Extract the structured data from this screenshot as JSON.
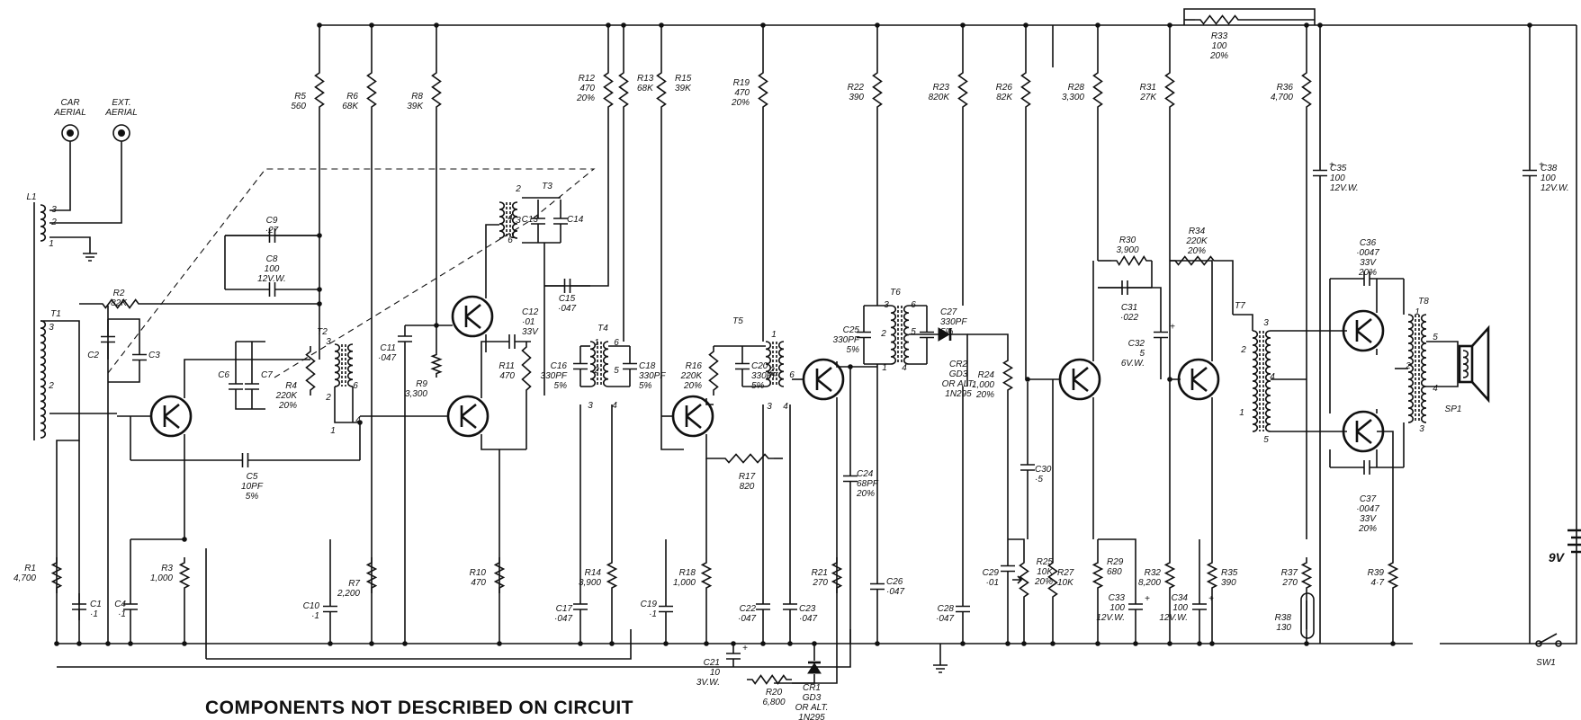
{
  "footer": {
    "caption": "COMPONENTS NOT DESCRIBED ON CIRCUIT"
  },
  "aerials": [
    {
      "lines": [
        "CAR",
        "AERIAL"
      ]
    },
    {
      "lines": [
        "EXT.",
        "AERIAL"
      ]
    }
  ],
  "battery": {
    "label": "9V"
  },
  "switch": {
    "label": "SW1"
  },
  "speaker": {
    "label": "SP1"
  },
  "components": [
    {
      "id": "R1",
      "lines": [
        "R1",
        "4,700"
      ]
    },
    {
      "id": "R2",
      "lines": [
        "R2",
        "82K"
      ]
    },
    {
      "id": "R3",
      "lines": [
        "R3",
        "1,000"
      ]
    },
    {
      "id": "R4",
      "lines": [
        "R4",
        "220K",
        "20%"
      ]
    },
    {
      "id": "R5",
      "lines": [
        "R5",
        "560"
      ]
    },
    {
      "id": "R6",
      "lines": [
        "R6",
        "68K"
      ]
    },
    {
      "id": "R7",
      "lines": [
        "R7",
        "2,200"
      ]
    },
    {
      "id": "R8",
      "lines": [
        "R8",
        "39K"
      ]
    },
    {
      "id": "R9",
      "lines": [
        "R9",
        "3,300"
      ]
    },
    {
      "id": "R10",
      "lines": [
        "R10",
        "470"
      ]
    },
    {
      "id": "R11",
      "lines": [
        "R11",
        "470"
      ]
    },
    {
      "id": "R12",
      "lines": [
        "R12",
        "470",
        "20%"
      ]
    },
    {
      "id": "R13",
      "lines": [
        "R13",
        "68K"
      ]
    },
    {
      "id": "R14",
      "lines": [
        "R14",
        "3,900"
      ]
    },
    {
      "id": "R15",
      "lines": [
        "R15",
        "39K"
      ]
    },
    {
      "id": "R16",
      "lines": [
        "R16",
        "220K",
        "20%"
      ]
    },
    {
      "id": "R17",
      "lines": [
        "R17",
        "820"
      ]
    },
    {
      "id": "R18",
      "lines": [
        "R18",
        "1,000"
      ]
    },
    {
      "id": "R19",
      "lines": [
        "R19",
        "470",
        "20%"
      ]
    },
    {
      "id": "R20",
      "lines": [
        "R20",
        "6,800"
      ]
    },
    {
      "id": "R21",
      "lines": [
        "R21",
        "270"
      ]
    },
    {
      "id": "R22",
      "lines": [
        "R22",
        "390"
      ]
    },
    {
      "id": "R23",
      "lines": [
        "R23",
        "820K"
      ]
    },
    {
      "id": "R24",
      "lines": [
        "R24",
        "1,000",
        "20%"
      ]
    },
    {
      "id": "R25",
      "lines": [
        "R25",
        "10K",
        "20%"
      ]
    },
    {
      "id": "R26",
      "lines": [
        "R26",
        "82K"
      ]
    },
    {
      "id": "R27",
      "lines": [
        "R27",
        "10K"
      ]
    },
    {
      "id": "R28",
      "lines": [
        "R28",
        "3,300"
      ]
    },
    {
      "id": "R29",
      "lines": [
        "R29",
        "680"
      ]
    },
    {
      "id": "R30",
      "lines": [
        "R30",
        "3,900"
      ]
    },
    {
      "id": "R31",
      "lines": [
        "R31",
        "27K"
      ]
    },
    {
      "id": "R32",
      "lines": [
        "R32",
        "8,200"
      ]
    },
    {
      "id": "R33",
      "lines": [
        "R33",
        "100",
        "20%"
      ]
    },
    {
      "id": "R34",
      "lines": [
        "R34",
        "220K",
        "20%"
      ]
    },
    {
      "id": "R35",
      "lines": [
        "R35",
        "390"
      ]
    },
    {
      "id": "R36",
      "lines": [
        "R36",
        "4,700"
      ]
    },
    {
      "id": "R37",
      "lines": [
        "R37",
        "270"
      ]
    },
    {
      "id": "R38",
      "lines": [
        "R38",
        "130"
      ]
    },
    {
      "id": "R39",
      "lines": [
        "R39",
        "4·7"
      ]
    },
    {
      "id": "C1",
      "lines": [
        "C1",
        "·1"
      ]
    },
    {
      "id": "C2",
      "lines": [
        "C2"
      ]
    },
    {
      "id": "C3",
      "lines": [
        "C3"
      ]
    },
    {
      "id": "C4",
      "lines": [
        "C4",
        "·1"
      ]
    },
    {
      "id": "C5",
      "lines": [
        "C5",
        "10PF",
        "5%"
      ]
    },
    {
      "id": "C6",
      "lines": [
        "C6"
      ]
    },
    {
      "id": "C7",
      "lines": [
        "C7"
      ]
    },
    {
      "id": "C8",
      "lines": [
        "C8",
        "100",
        "12V.W."
      ]
    },
    {
      "id": "C9",
      "lines": [
        "C9",
        "·27"
      ]
    },
    {
      "id": "C10",
      "lines": [
        "C10",
        "·1"
      ]
    },
    {
      "id": "C11",
      "lines": [
        "C11",
        "·047"
      ]
    },
    {
      "id": "C12",
      "lines": [
        "C12",
        "·01",
        "33V"
      ]
    },
    {
      "id": "C13",
      "lines": [
        "C13"
      ]
    },
    {
      "id": "C14",
      "lines": [
        "C14"
      ]
    },
    {
      "id": "C15",
      "lines": [
        "C15",
        "·047"
      ]
    },
    {
      "id": "C16",
      "lines": [
        "C16",
        "330PF",
        "5%"
      ]
    },
    {
      "id": "C17",
      "lines": [
        "C17",
        "·047"
      ]
    },
    {
      "id": "C18",
      "lines": [
        "C18",
        "330PF",
        "5%"
      ]
    },
    {
      "id": "C19",
      "lines": [
        "C19",
        "·1"
      ]
    },
    {
      "id": "C20",
      "lines": [
        "C20",
        "330PF",
        "5%"
      ]
    },
    {
      "id": "C21",
      "lines": [
        "C21",
        "10",
        "3V.W."
      ]
    },
    {
      "id": "C22",
      "lines": [
        "C22",
        "·047"
      ]
    },
    {
      "id": "C23",
      "lines": [
        "C23",
        "·047"
      ]
    },
    {
      "id": "C24",
      "lines": [
        "C24",
        "68PF",
        "20%"
      ]
    },
    {
      "id": "C25",
      "lines": [
        "C25",
        "330PF",
        "5%"
      ]
    },
    {
      "id": "C26",
      "lines": [
        "C26",
        "·047"
      ]
    },
    {
      "id": "C27",
      "lines": [
        "C27",
        "330PF",
        "5%"
      ]
    },
    {
      "id": "C28",
      "lines": [
        "C28",
        "·047"
      ]
    },
    {
      "id": "C29",
      "lines": [
        "C29",
        "·01"
      ]
    },
    {
      "id": "C30",
      "lines": [
        "C30",
        "·5"
      ]
    },
    {
      "id": "C31",
      "lines": [
        "C31",
        "·022"
      ]
    },
    {
      "id": "C32",
      "lines": [
        "C32",
        "5",
        "6V.W."
      ]
    },
    {
      "id": "C33",
      "lines": [
        "C33",
        "100",
        "12V.W."
      ]
    },
    {
      "id": "C34",
      "lines": [
        "C34",
        "100",
        "12V.W."
      ]
    },
    {
      "id": "C35",
      "lines": [
        "C35",
        "100",
        "12V.W."
      ]
    },
    {
      "id": "C36",
      "lines": [
        "C36",
        "·0047",
        "33V",
        "20%"
      ]
    },
    {
      "id": "C37",
      "lines": [
        "C37",
        "·0047",
        "33V",
        "20%"
      ]
    },
    {
      "id": "C38",
      "lines": [
        "C38",
        "100",
        "12V.W."
      ]
    },
    {
      "id": "CR1",
      "lines": [
        "CR1",
        "GD3",
        "OR ALT.",
        "1N295"
      ]
    },
    {
      "id": "CR2",
      "lines": [
        "CR2",
        "GD3",
        "OR ALT.",
        "1N295"
      ]
    },
    {
      "id": "L1",
      "lines": [
        "L1"
      ]
    },
    {
      "id": "T1",
      "lines": [
        "T1"
      ]
    },
    {
      "id": "T2",
      "lines": [
        "T2"
      ]
    },
    {
      "id": "T3",
      "lines": [
        "T3"
      ]
    },
    {
      "id": "T4",
      "lines": [
        "T4"
      ]
    },
    {
      "id": "T5",
      "lines": [
        "T5"
      ]
    },
    {
      "id": "T6",
      "lines": [
        "T6"
      ]
    },
    {
      "id": "T7",
      "lines": [
        "T7"
      ]
    },
    {
      "id": "T8",
      "lines": [
        "T8"
      ]
    }
  ]
}
